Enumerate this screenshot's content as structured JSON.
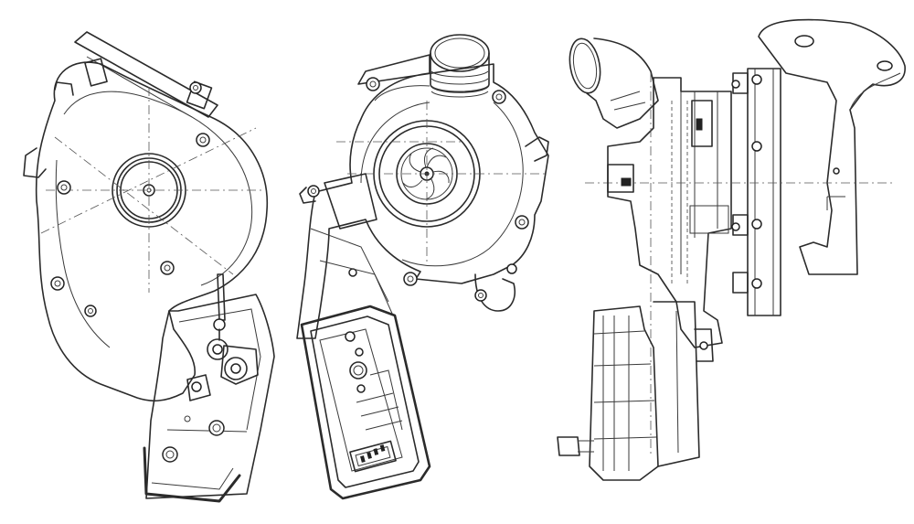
{
  "drawing": {
    "views": [
      {
        "id": "front-view"
      },
      {
        "id": "rear-view"
      },
      {
        "id": "side-view"
      }
    ],
    "colors": {
      "line": "#2b2b2b",
      "background": "#ffffff"
    }
  }
}
